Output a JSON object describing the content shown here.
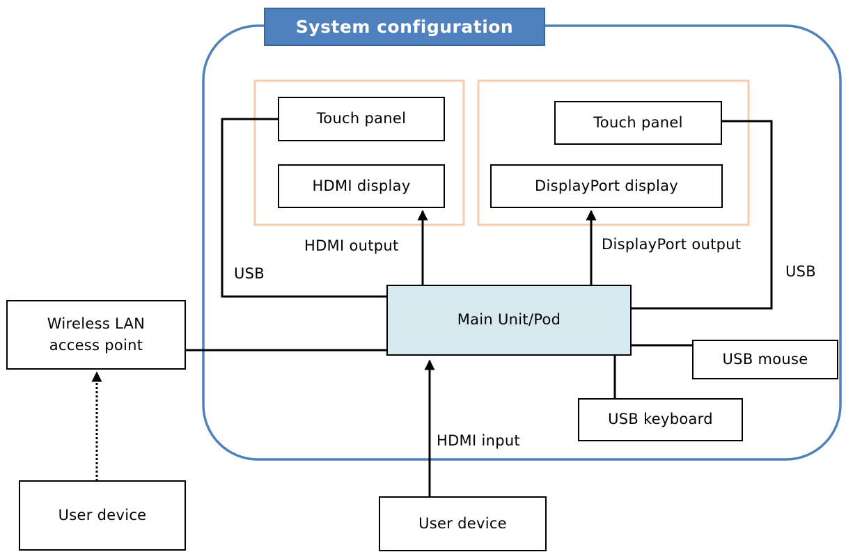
{
  "title": "System configuration",
  "nodes": {
    "touch_panel_left": "Touch panel",
    "hdmi_display": "HDMI display",
    "touch_panel_right": "Touch panel",
    "displayport_display": "DisplayPort display",
    "main_unit": "Main Unit/Pod",
    "wireless_lan": [
      "Wireless LAN",
      "access point"
    ],
    "usb_mouse": "USB mouse",
    "usb_keyboard": "USB keyboard",
    "user_device_left": "User device",
    "user_device_bottom": "User device"
  },
  "edge_labels": {
    "hdmi_output": "HDMI output",
    "displayport_output": "DisplayPort output",
    "usb_left": "USB",
    "usb_right": "USB",
    "hdmi_input": "HDMI input"
  },
  "colors": {
    "container_border": "#4f81bd",
    "title_fill": "#4e81bd",
    "group_border": "#f8cbad",
    "main_unit_fill": "#d5e9ee"
  }
}
